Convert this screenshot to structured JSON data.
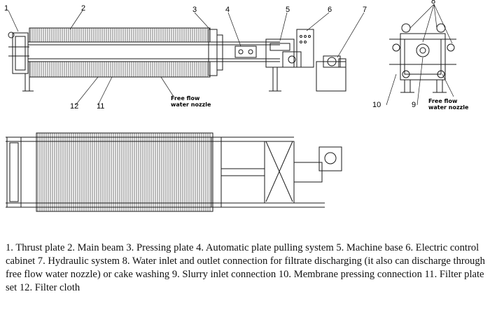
{
  "callouts": {
    "n1": "1",
    "n2": "2",
    "n3": "3",
    "n4": "4",
    "n5": "5",
    "n6": "6",
    "n7": "7",
    "n8": "8",
    "n9": "9",
    "n10": "10",
    "n11": "11",
    "n12": "12"
  },
  "notes": {
    "front_line1": "Free flow",
    "front_line2": "water nozzle",
    "end_line1": "Free flow",
    "end_line2": "water nozzle"
  },
  "caption": "1. Thrust plate 2. Main beam 3. Pressing plate 4. Automatic plate pulling system 5. Machine base 6. Electric control cabinet 7. Hydraulic system 8. Water inlet and outlet connection for filtrate discharging (it also can discharge through free flow water nozzle) or cake washing 9. Slurry inlet connection 10. Membrane pressing connection 11. Filter plate set 12. Filter cloth",
  "colors": {
    "ink": "#1a1a1a",
    "background": "#ffffff"
  }
}
